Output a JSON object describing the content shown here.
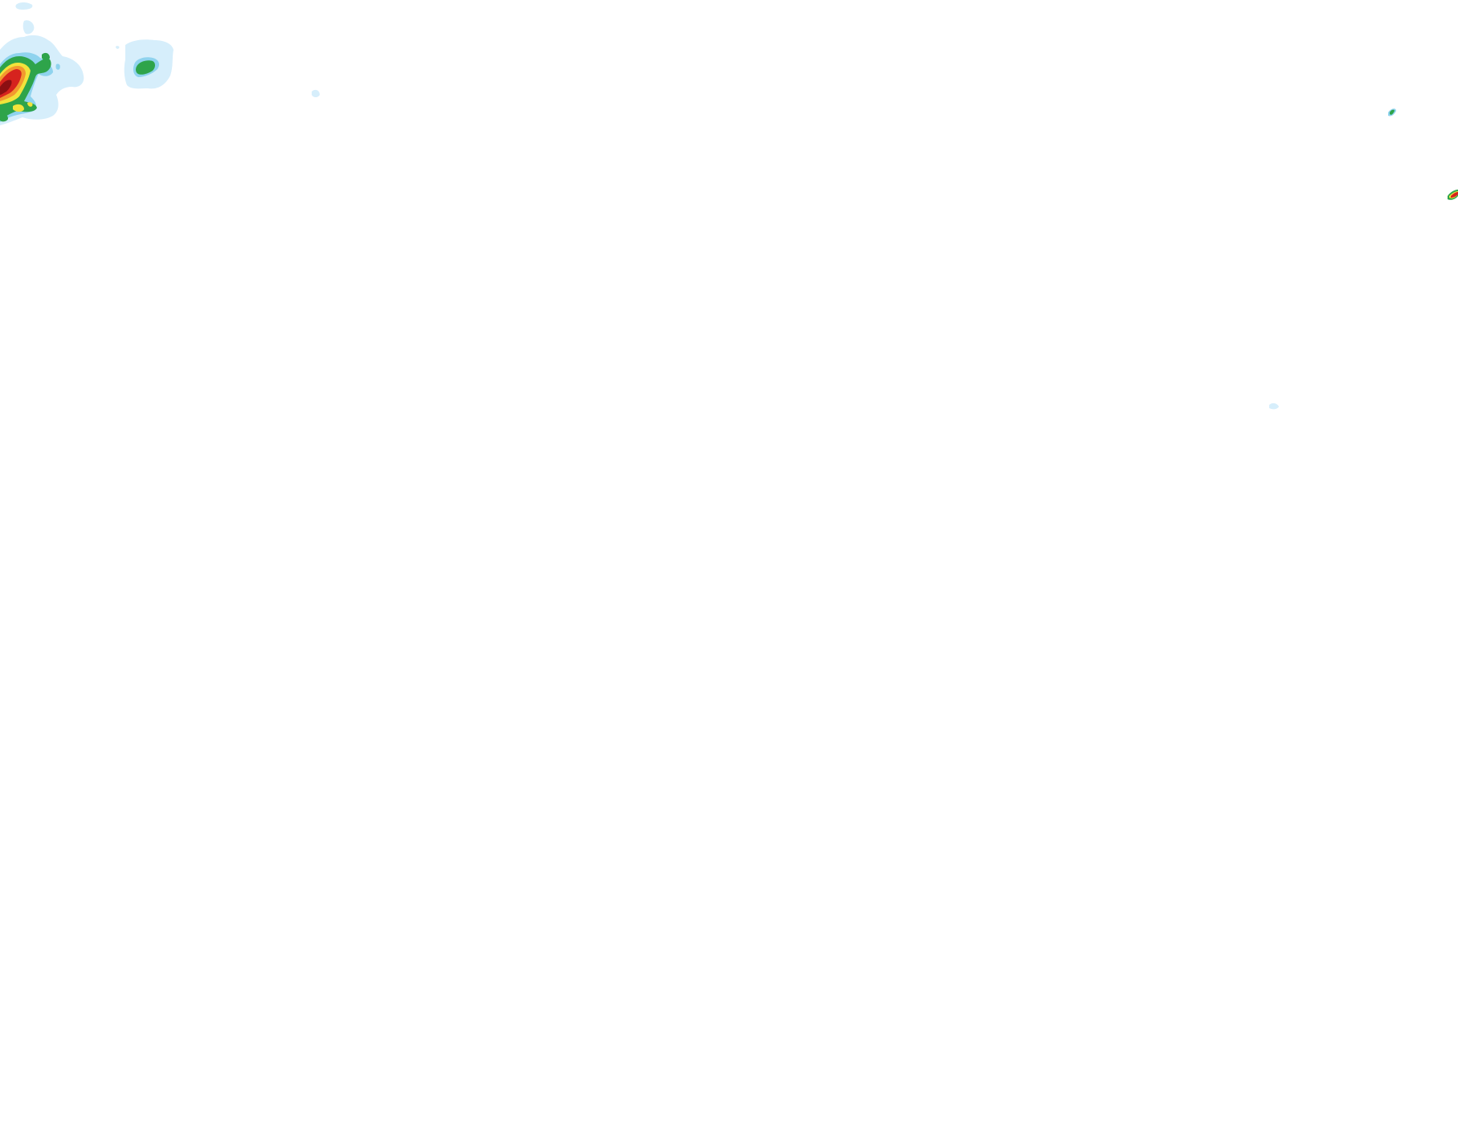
{
  "map": {
    "type": "precipitation-radar-overlay",
    "background_color": "#ffffff",
    "legend_colors": {
      "very_light": "#d6eefb",
      "light": "#8fd3ee",
      "moderate": "#2ea44a",
      "heavy": "#f2e33b",
      "very_heavy": "#f29a2e",
      "intense": "#d6231e",
      "extreme": "#8b0f12"
    },
    "echo_cells": [
      {
        "name": "northwest-complex",
        "intensity": "extreme"
      },
      {
        "name": "northwest-secondary-cell",
        "intensity": "moderate"
      },
      {
        "name": "north-small-cell",
        "intensity": "very_light"
      },
      {
        "name": "northeast-small-cell",
        "intensity": "moderate"
      },
      {
        "name": "east-edge-cell",
        "intensity": "intense"
      },
      {
        "name": "east-tiny-cell",
        "intensity": "very_light"
      }
    ]
  }
}
